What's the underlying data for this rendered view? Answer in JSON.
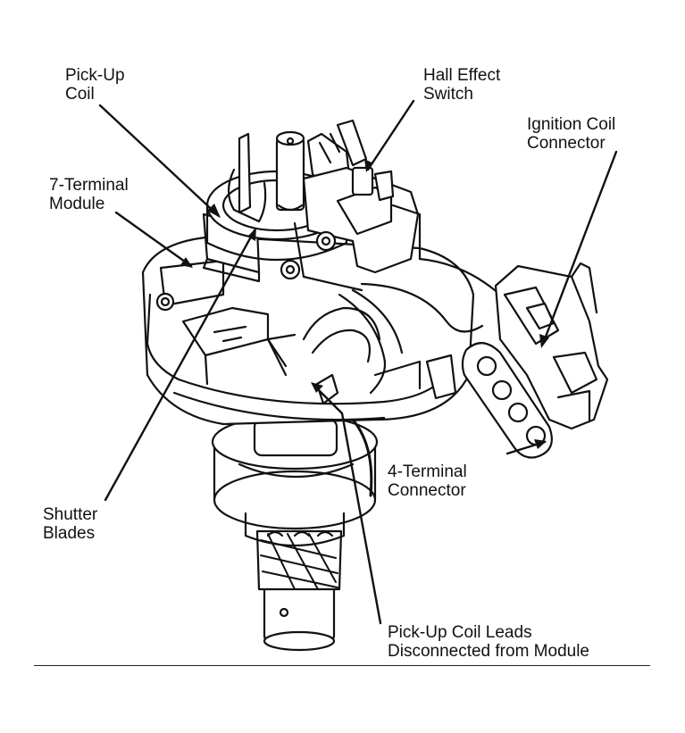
{
  "labels": {
    "pickup_coil": [
      "Pick-Up",
      "Coil"
    ],
    "hall_effect_switch": [
      "Hall Effect",
      "Switch"
    ],
    "ignition_coil_connector": [
      "Ignition Coil",
      "Connector"
    ],
    "seven_terminal_module": [
      "7-Terminal",
      "Module"
    ],
    "four_terminal_connector": [
      "4-Terminal",
      "Connector"
    ],
    "shutter_blades": [
      "Shutter",
      "Blades"
    ],
    "pickup_coil_leads": [
      "Pick-Up Coil Leads",
      "Disconnected from Module"
    ]
  }
}
